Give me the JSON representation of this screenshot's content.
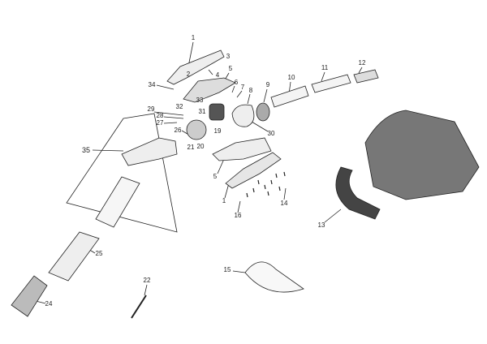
{
  "callouts": [
    {
      "id": "c1a",
      "text": "1"
    },
    {
      "id": "c3",
      "text": "3"
    },
    {
      "id": "c2",
      "text": "2"
    },
    {
      "id": "c4",
      "text": "4"
    },
    {
      "id": "c5a",
      "text": "5"
    },
    {
      "id": "c34",
      "text": "34"
    },
    {
      "id": "c6",
      "text": "6"
    },
    {
      "id": "c7",
      "text": "7"
    },
    {
      "id": "c8",
      "text": "8"
    },
    {
      "id": "c9",
      "text": "9"
    },
    {
      "id": "c10",
      "text": "10"
    },
    {
      "id": "c11",
      "text": "11"
    },
    {
      "id": "c12",
      "text": "12"
    },
    {
      "id": "c33",
      "text": "33"
    },
    {
      "id": "c32",
      "text": "32"
    },
    {
      "id": "c31",
      "text": "31"
    },
    {
      "id": "c29",
      "text": "29"
    },
    {
      "id": "c28",
      "text": "28"
    },
    {
      "id": "c27",
      "text": "27"
    },
    {
      "id": "c19",
      "text": "19"
    },
    {
      "id": "c26",
      "text": "26"
    },
    {
      "id": "c21",
      "text": "21"
    },
    {
      "id": "c20",
      "text": "20"
    },
    {
      "id": "c30",
      "text": "30"
    },
    {
      "id": "c35",
      "text": "35"
    },
    {
      "id": "c5b",
      "text": "5"
    },
    {
      "id": "c1b",
      "text": "1"
    },
    {
      "id": "c14",
      "text": "14"
    },
    {
      "id": "c16",
      "text": "16"
    },
    {
      "id": "c13",
      "text": "13"
    },
    {
      "id": "c25",
      "text": "25"
    },
    {
      "id": "c15",
      "text": "15"
    },
    {
      "id": "c22",
      "text": "22"
    },
    {
      "id": "c24",
      "text": "24"
    }
  ]
}
